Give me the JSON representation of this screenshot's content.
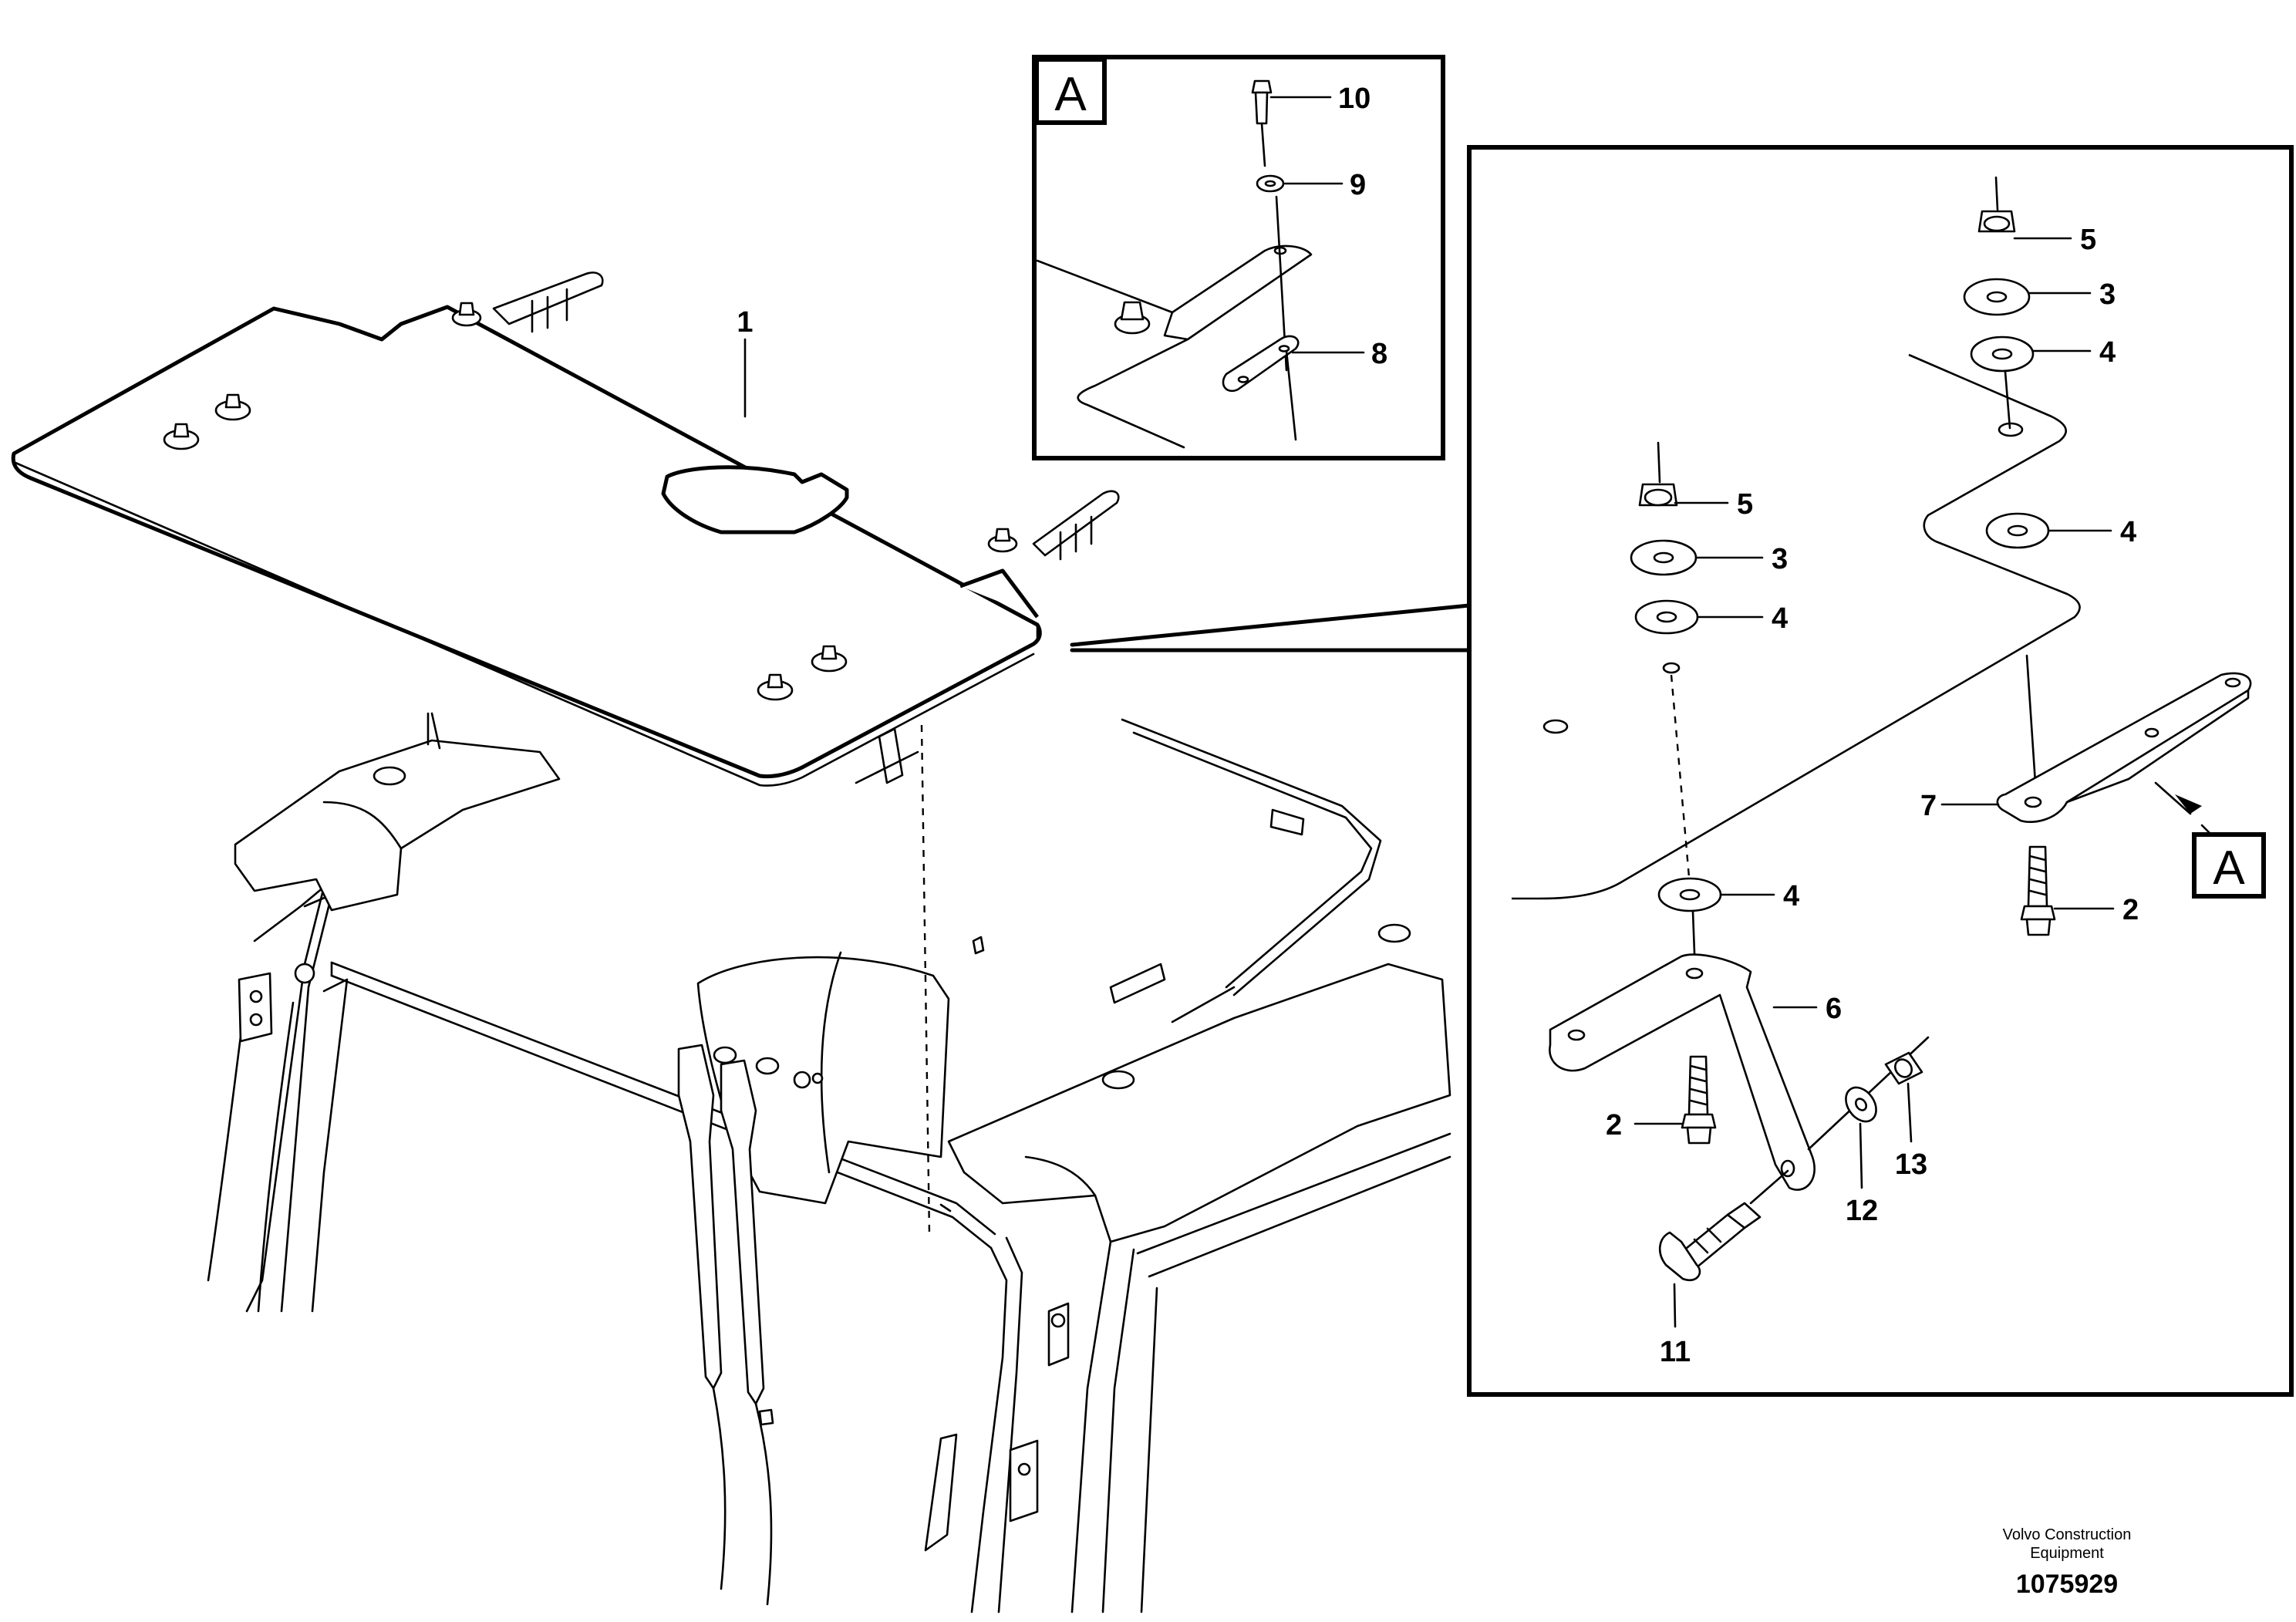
{
  "callouts": {
    "p1": "1",
    "p2a": "2",
    "p2b": "2",
    "p3a": "3",
    "p3b": "3",
    "p4a": "4",
    "p4b": "4",
    "p4c": "4",
    "p4d": "4",
    "p5a": "5",
    "p5b": "5",
    "p6": "6",
    "p7": "7",
    "p8": "8",
    "p9": "9",
    "p10": "10",
    "p11": "11",
    "p12": "12",
    "p13": "13"
  },
  "detail_marker": "A",
  "footer": {
    "company_line1": "Volvo Construction",
    "company_line2": "Equipment",
    "drawing_number": "1075929"
  }
}
